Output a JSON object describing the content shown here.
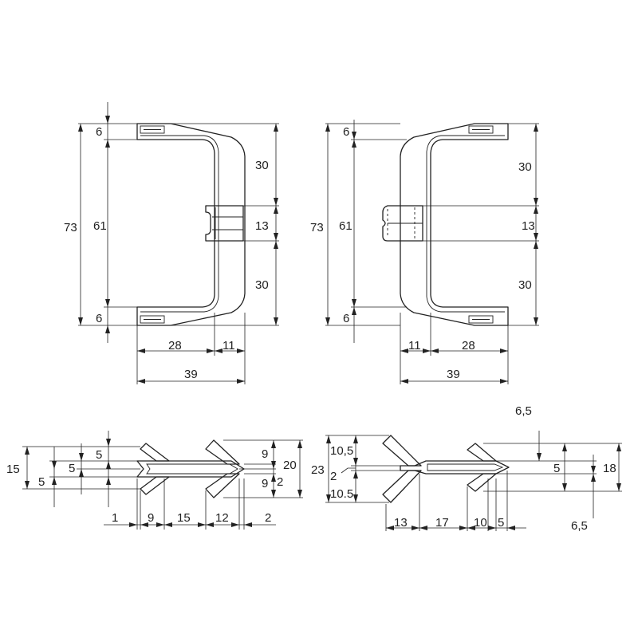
{
  "views": {
    "top_left": {
      "labels": [
        "6",
        "61",
        "73",
        "6",
        "30",
        "13",
        "30",
        "28",
        "11",
        "39"
      ]
    },
    "top_right": {
      "labels": [
        "6",
        "61",
        "73",
        "6",
        "30",
        "13",
        "30",
        "11",
        "28",
        "39"
      ]
    },
    "bottom_left": {
      "labels": [
        "15",
        "5",
        "5",
        "5",
        "9",
        "20",
        "9",
        "2",
        "1",
        "9",
        "15",
        "12",
        "2"
      ]
    },
    "bottom_right": {
      "labels": [
        "10,5",
        "23",
        "2",
        "10.5",
        "6,5",
        "5",
        "18",
        "6,5",
        "13",
        "17",
        "10",
        "5"
      ]
    }
  }
}
